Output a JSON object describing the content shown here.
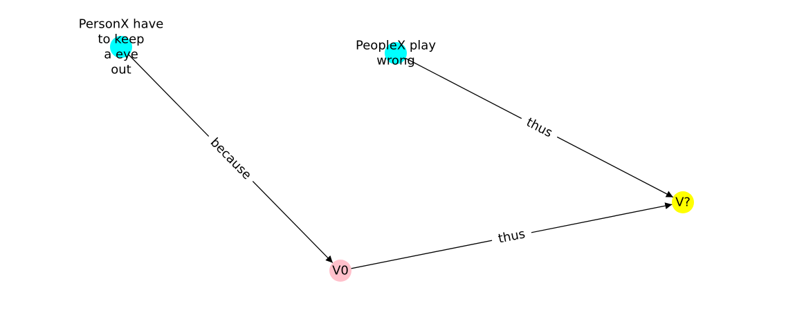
{
  "colors": {
    "cyan": "#00ffff",
    "pink": "#ffc0cb",
    "yellow": "#ffff00",
    "edge": "#000000"
  },
  "nodes": [
    {
      "id": "n1",
      "lines": [
        "PersonX have",
        "to keep",
        "a eye",
        "out"
      ],
      "color": "#00ffff"
    },
    {
      "id": "n2",
      "lines": [
        "PeopleX play",
        "wrong"
      ],
      "color": "#00ffff"
    },
    {
      "id": "v0",
      "lines": [
        "V0"
      ],
      "color": "#ffc0cb"
    },
    {
      "id": "vq",
      "lines": [
        "V?"
      ],
      "color": "#ffff00"
    }
  ],
  "edges": [
    {
      "id": "e1",
      "from": "n1",
      "to": "v0",
      "label": "because"
    },
    {
      "id": "e2",
      "from": "n2",
      "to": "vq",
      "label": "thus"
    },
    {
      "id": "e3",
      "from": "v0",
      "to": "vq",
      "label": "thus"
    }
  ]
}
